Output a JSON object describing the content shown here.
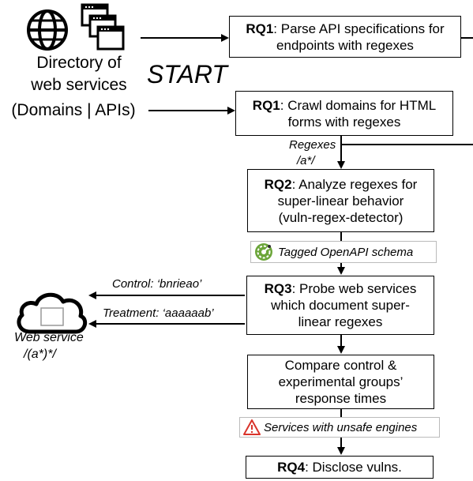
{
  "source": {
    "line1": "Directory of",
    "line2": "web services",
    "line3": "(Domains | APIs)",
    "start": "START"
  },
  "rq1_api": {
    "tag": "RQ1",
    "text": ": Parse API specifications for",
    "text2": "endpoints with regexes"
  },
  "rq1_crawl": {
    "tag": "RQ1",
    "text": ": Crawl domains for HTML",
    "text2": "forms with regexes"
  },
  "regex_label": {
    "line1": "Regexes",
    "line2": "/a*/"
  },
  "rq2": {
    "tag": "RQ2",
    "text": ": Analyze regexes for",
    "text2": "super-linear behavior",
    "text3": "(vuln-regex-detector)"
  },
  "openapi_tag": {
    "text": "Tagged OpenAPI schema",
    "icon": "openapi-logo-icon"
  },
  "rq3": {
    "tag": "RQ3",
    "text": ": Probe web services",
    "text2": "which document super-",
    "text3": "linear regexes"
  },
  "control": "Control: ‘bnrieao’",
  "treatment": "Treatment: ‘aaaaaab’",
  "web_service": {
    "line1": "Web service",
    "line2": "/(a*)*/"
  },
  "compare": {
    "line1": "Compare control &",
    "line2": "experimental groups’",
    "line3": "response times"
  },
  "unsafe_tag": {
    "text": "Services with unsafe engines",
    "icon": "warning-icon"
  },
  "rq4": {
    "tag": "RQ4",
    "text": ": Disclose vulns."
  },
  "colors": {
    "openapi_green": "#6ba539",
    "warning_red": "#d9342b"
  }
}
